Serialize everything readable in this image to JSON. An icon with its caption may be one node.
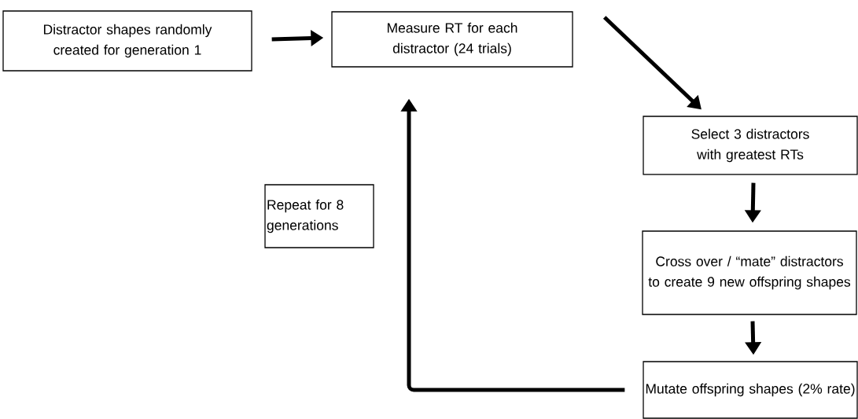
{
  "diagram": {
    "nodes": [
      {
        "text": [
          "Distractor shapes randomly created for generation 1"
        ]
      },
      {
        "text": [
          "Measure RT for each distractor (24 trials)"
        ]
      },
      {
        "text": [
          "Select 3 distractors with greatest RTs"
        ]
      },
      {
        "text": [
          "Repeat for 8 generations"
        ]
      },
      {
        "text": [
          "Cross over / “mate” distractors to create 9 new offspring shapes"
        ]
      },
      {
        "text": [
          "Mutate offspring shapes (2% rate)"
        ]
      }
    ],
    "edges": [
      {
        "from": 0,
        "to": 1,
        "arrow": "to"
      },
      {
        "from": 1,
        "to": 2,
        "arrow": "to"
      },
      {
        "from": 2,
        "to": 4,
        "arrow": "to"
      },
      {
        "from": 4,
        "to": 5,
        "arrow": "to"
      },
      {
        "from": 5,
        "to": 1,
        "arrow": "to"
      }
    ]
  }
}
